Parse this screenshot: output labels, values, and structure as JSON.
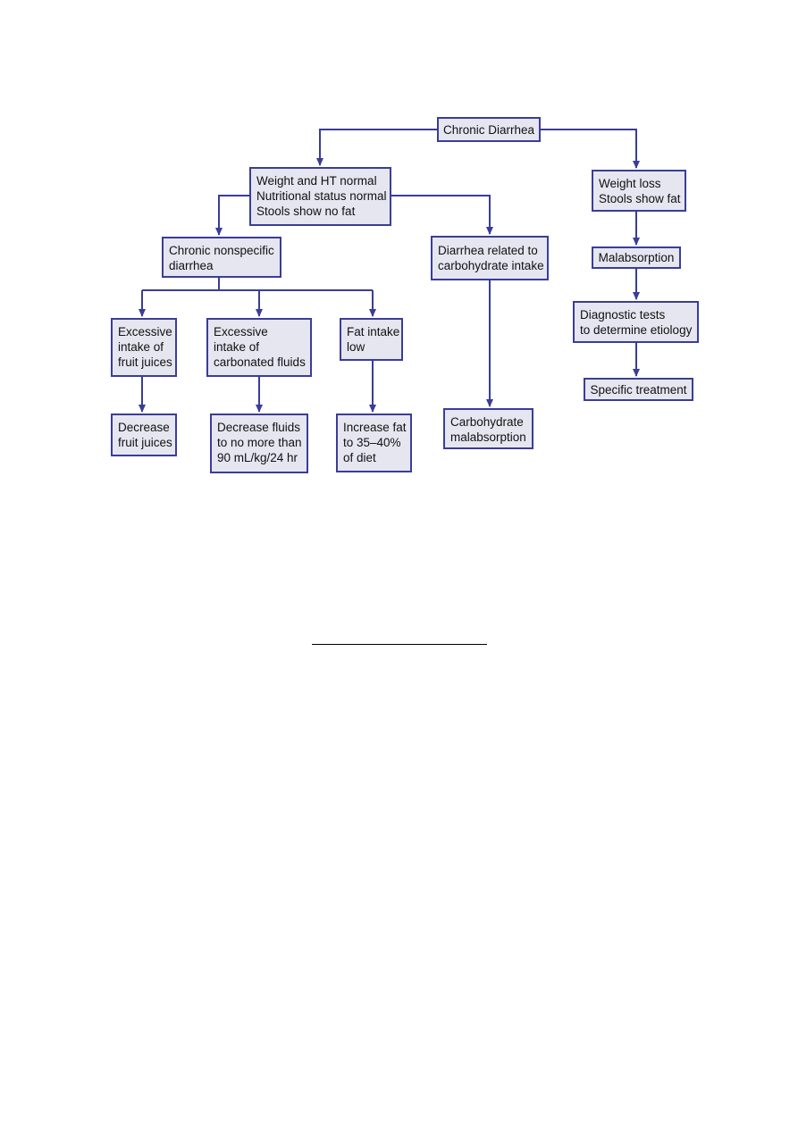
{
  "diagram": {
    "nodes": {
      "chronic_diarrhea": "Chronic Diarrhea",
      "weight_ht_normal": "Weight and HT normal\nNutritional status normal\nStools show no fat",
      "weight_loss": "Weight loss\nStools show fat",
      "chronic_nonspecific": "Chronic nonspecific\ndiarrhea",
      "diarrhea_carbohydrate": "Diarrhea related to\ncarbohydrate intake",
      "malabsorption": "Malabsorption",
      "diagnostic_tests": "Diagnostic tests\nto determine etiology",
      "specific_treatment": "Specific treatment",
      "excessive_juices": "Excessive\nintake of\nfruit juices",
      "excessive_carbonated": "Excessive\nintake of\ncarbonated fluids",
      "fat_intake_low": "Fat intake\nlow",
      "decrease_juices": "Decrease\nfruit juices",
      "decrease_fluids": "Decrease fluids\nto no more than\n90 mL/kg/24 hr",
      "increase_fat": "Increase fat\nto 35–40%\nof diet",
      "carbohydrate_malabsorption": "Carbohydrate\nmalabsorption"
    },
    "colors": {
      "box_fill": "#e6e6f1",
      "box_border": "#3a3d98",
      "connector": "#3a3d98",
      "divider": "#000000"
    }
  }
}
